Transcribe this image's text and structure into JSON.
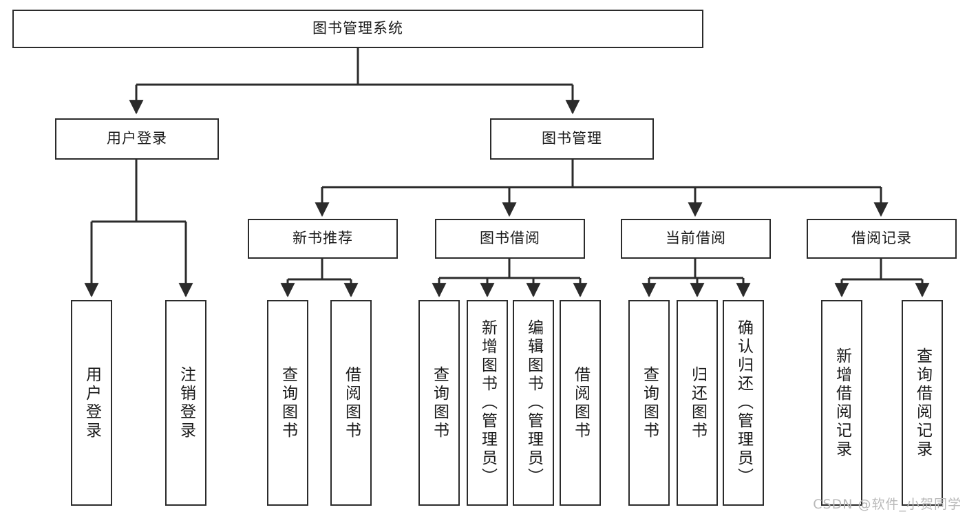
{
  "diagram": {
    "kind": "tree-hierarchy-chart",
    "title": "图书管理系统",
    "stroke_color": "#2b2b2b",
    "background_color": "#ffffff",
    "text_color": "#1a1a1a"
  },
  "root": {
    "label": "图书管理系统"
  },
  "level2": [
    {
      "label": "用户登录"
    },
    {
      "label": "图书管理"
    }
  ],
  "level3": [
    {
      "label": "新书推荐"
    },
    {
      "label": "图书借阅"
    },
    {
      "label": "当前借阅"
    },
    {
      "label": "借阅记录"
    }
  ],
  "leaves": {
    "user_login": [
      {
        "label": "用户登录"
      },
      {
        "label": "注销登录"
      }
    ],
    "new_book_recommend": [
      {
        "label": "查询图书"
      },
      {
        "label": "借阅图书"
      }
    ],
    "book_borrow": [
      {
        "label": "查询图书"
      },
      {
        "label": "新增图书（管理员）"
      },
      {
        "label": "编辑图书（管理员）"
      },
      {
        "label": "借阅图书"
      }
    ],
    "current_borrow": [
      {
        "label": "查询图书"
      },
      {
        "label": "归还图书"
      },
      {
        "label": "确认归还（管理员）"
      }
    ],
    "borrow_record": [
      {
        "label": "新增借阅记录"
      },
      {
        "label": "查询借阅记录"
      }
    ]
  },
  "watermark": {
    "text": "CSDN @软件_小贺同学"
  }
}
